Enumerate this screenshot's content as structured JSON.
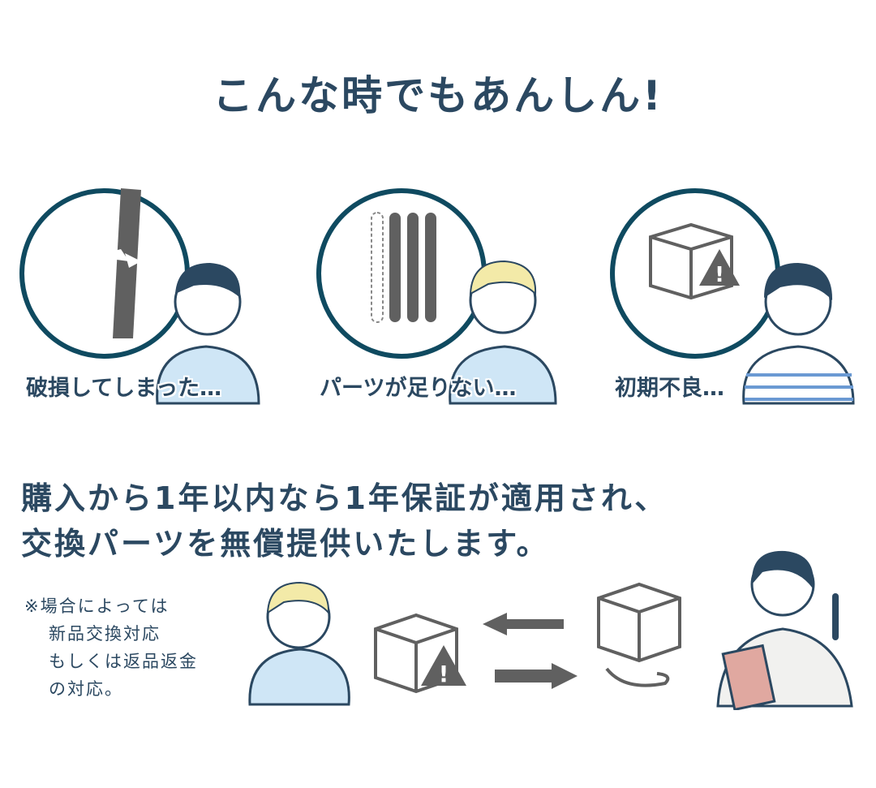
{
  "title": "こんな時でもあんしん!",
  "scenes": [
    {
      "caption": "破損してしまった…",
      "icon": "broken-pole"
    },
    {
      "caption": "パーツが足りない…",
      "icon": "missing-part"
    },
    {
      "caption": "初期不良…",
      "icon": "defective-box"
    }
  ],
  "headline": {
    "line1": "購入から1年以内なら1年保証が適用され、",
    "line2": "交換パーツを無償提供いたします。"
  },
  "note": {
    "line1": "※場合によっては",
    "line2": "新品交換対応",
    "line3": "もしくは返品返金",
    "line4": "の対応。"
  },
  "colors": {
    "text": "#2b4861",
    "circle": "#0f4a60",
    "shirt": "#cfe6f6",
    "gray": "#606060",
    "clipboard": "#e0a8a0"
  }
}
